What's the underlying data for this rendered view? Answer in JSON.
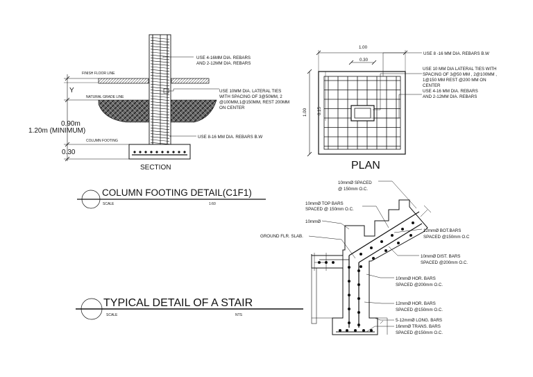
{
  "section": {
    "caption": "SECTION",
    "finish_floor_line": "FINISH FLOOR LINE",
    "natural_grade_line": "NATURAL GRADE LINE",
    "column_footing": "COLUMN FOOTING",
    "y_mark": "Y",
    "dim_090": "0.90m",
    "dim_120": "1.20m (MINIMUM)",
    "dim_030": "0.30",
    "note_rebars_1": "USE 4-16MM DIA. REBARS",
    "note_rebars_2": "AND 2-12MM DIA. REBARS",
    "note_ties_1": "USE 10MM DIA. LATERAL TIES",
    "note_ties_2": "WITH SPACING OF 3@50MM, 2",
    "note_ties_3": "@100MM,1@150MM, REST 200MM",
    "note_ties_4": "ON CENTER",
    "note_bw": "USE 8-16 MM DIA. REBARS B.W"
  },
  "plan": {
    "caption": "PLAN",
    "dim_width": "1.00",
    "dim_inner": "0.30",
    "dim_height": "1.00",
    "dim_side": "0.15",
    "note_bw": "USE 8 -16 MM DIA. REBARS B.W",
    "note_ties_1": "USE 10 MM DIA LATERAL TIES WITH",
    "note_ties_2": "SPACING OF 3@50 MM , 2@100MM ,",
    "note_ties_3": "1@150 MM REST @200 MM ON",
    "note_ties_4": "CENTER",
    "note_rebars_1": "USE 4-16 MM DIA. REBARS",
    "note_rebars_2": "AND 2-12MM DIA. REBARS"
  },
  "footing_title": {
    "title": "COLUMN FOOTING DETAIL(C1F1)",
    "scale_label": "SCALE",
    "scale_value": "1:60"
  },
  "stair_title": {
    "title": "TYPICAL DETAIL OF A STAIR",
    "scale_label": "SCALE",
    "scale_value": "NTS"
  },
  "stair": {
    "ground_slab": "GROUND FLR. SLAB.",
    "n1_1": "10mmØ SPACED",
    "n1_2": "@ 150mm O.C.",
    "n2_1": "10mmØ TOP BARS",
    "n2_2": "SPACED @ 150mm O.C.",
    "n3": "10mmØ",
    "n4_1": "12mmØ BOT.BARS",
    "n4_2": "SPACED @150mm O.C",
    "n5_1": "10mmØ DIST. BARS",
    "n5_2": "SPACED @200mm O.C.",
    "n6_1": "10mmØ HOR. BARS",
    "n6_2": "SPACED @200mm O.C.",
    "n7_1": "12mmØ HOR. BARS",
    "n7_2": "SPACED @150mm O.C.",
    "n8": "5-12mmØ LONG. BARS",
    "n9_1": "16mmØ TRANS. BARS",
    "n9_2": "SPACED @150mm O.C."
  }
}
